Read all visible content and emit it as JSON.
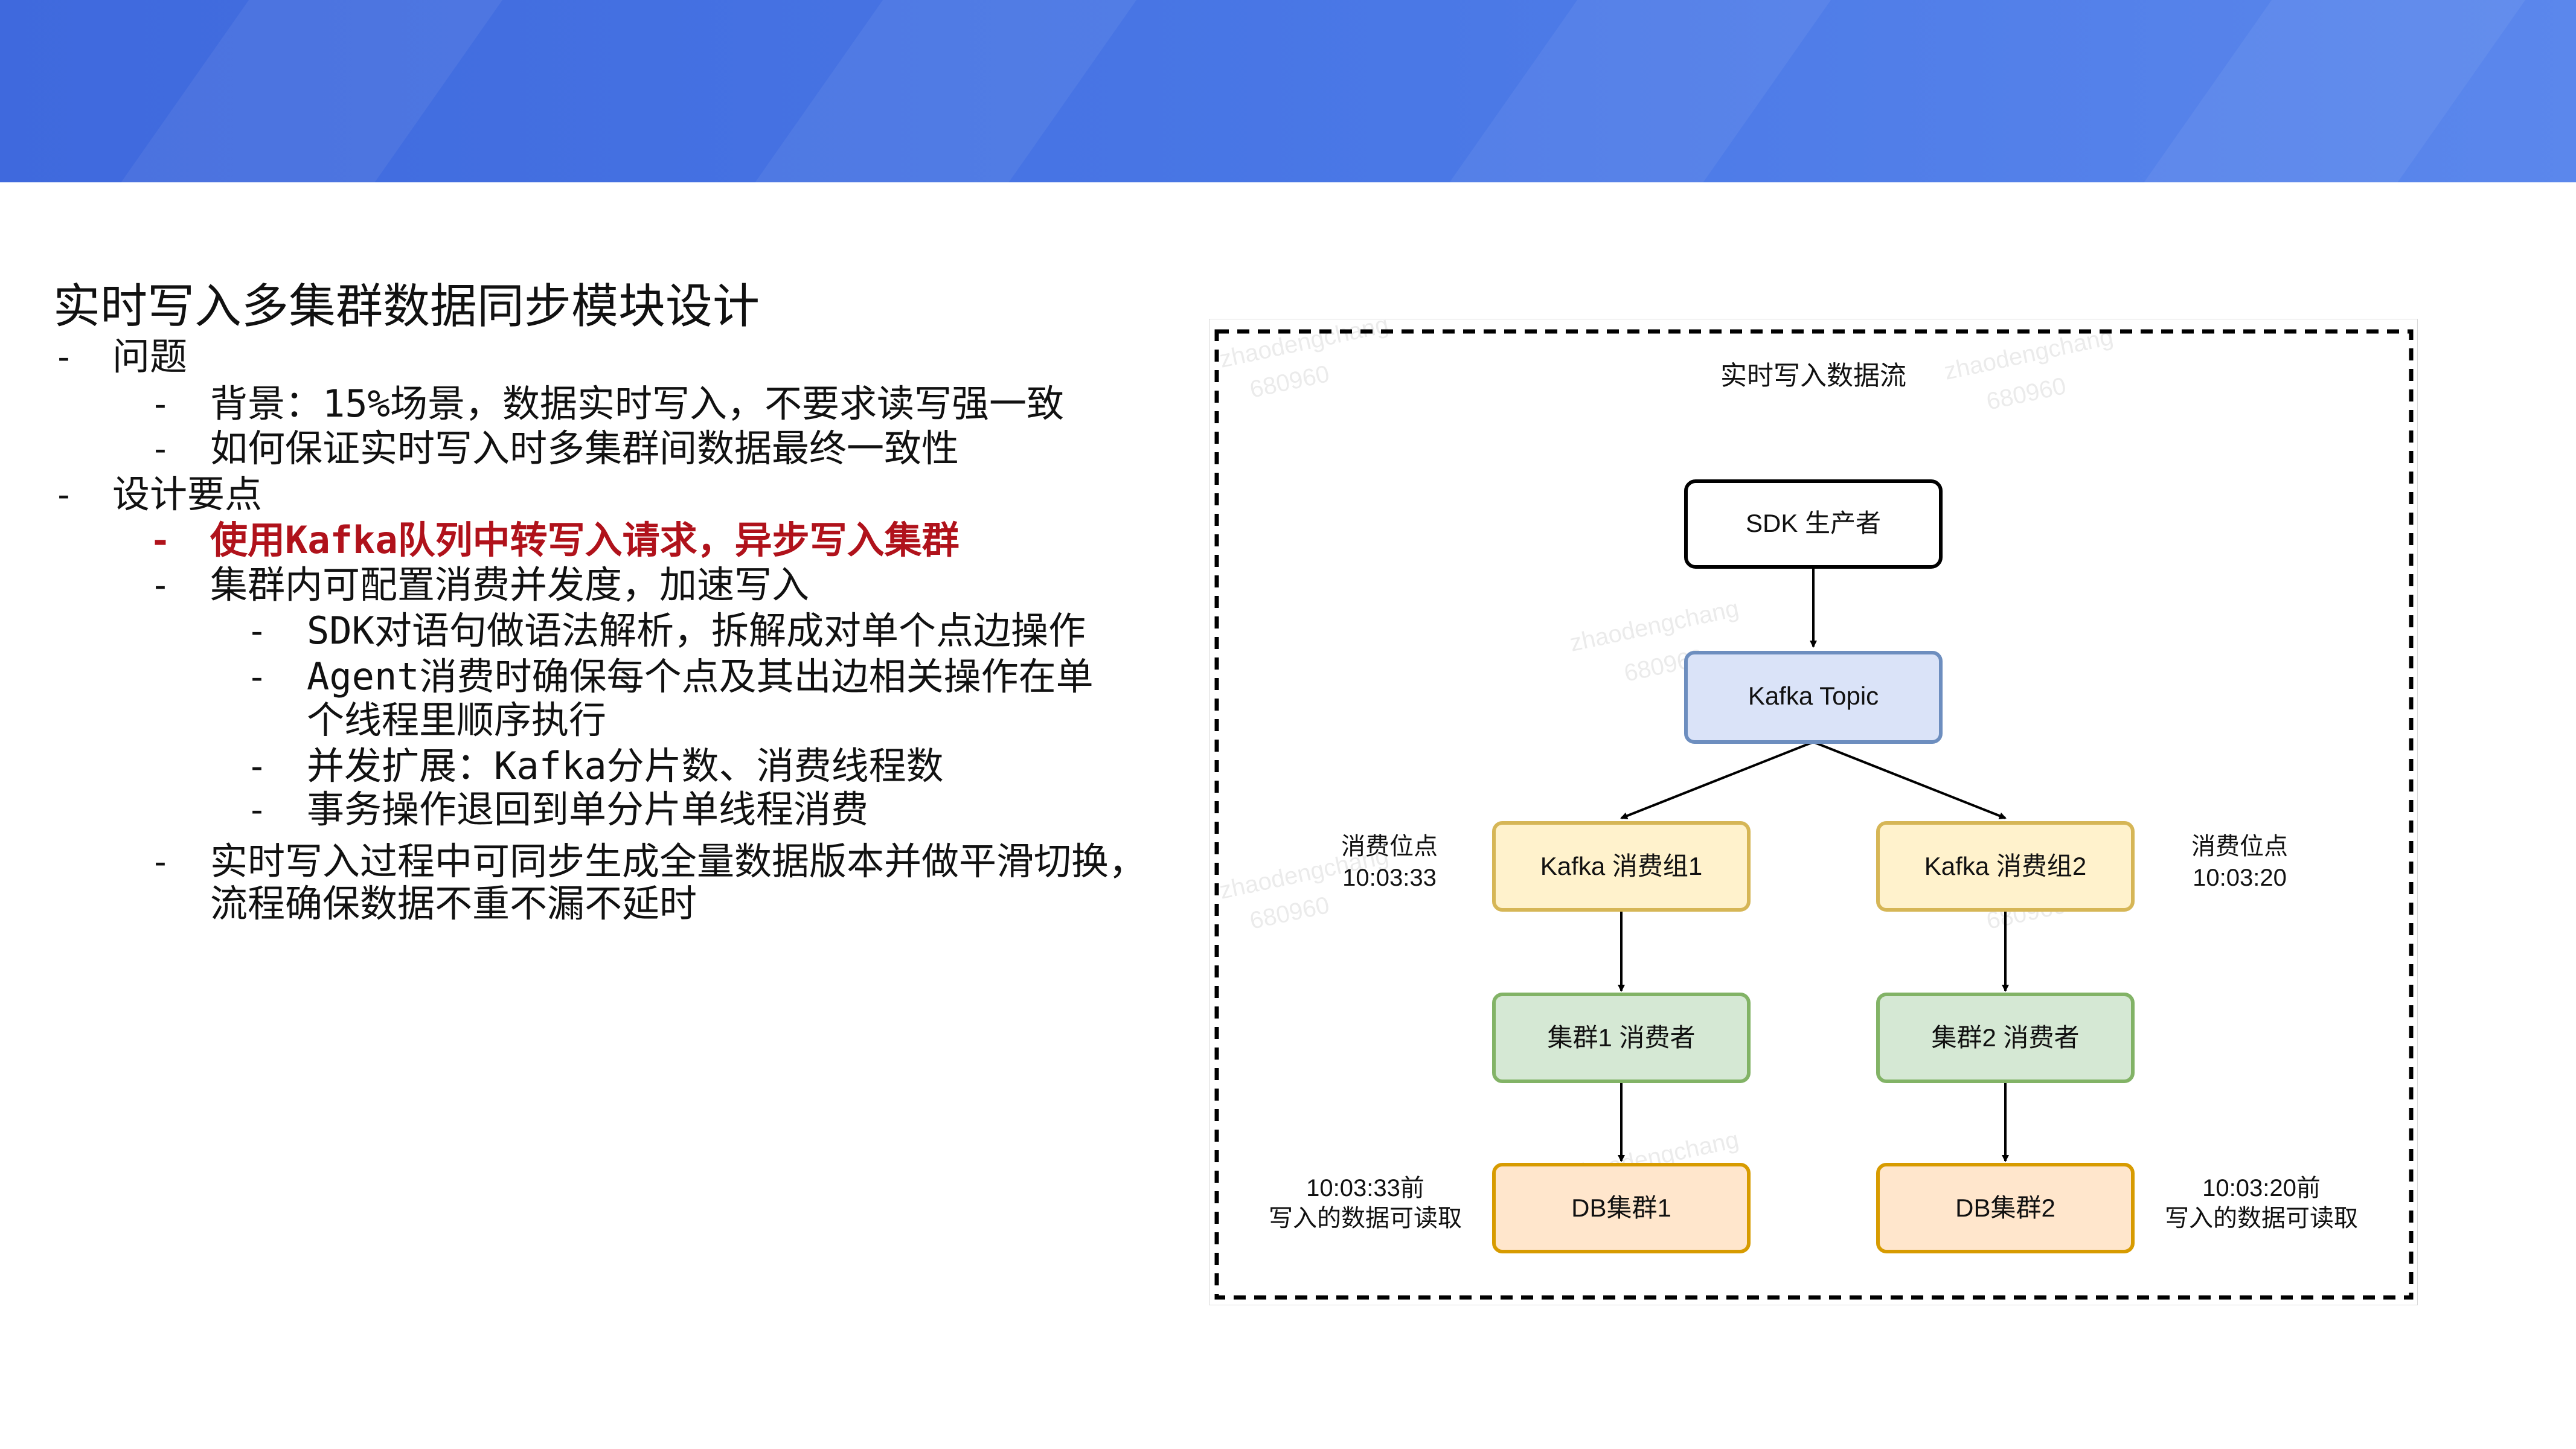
{
  "page": {
    "title": "实时写入多集群数据同步模块设计"
  },
  "outline": {
    "problem_label": "问题",
    "problem_items": [
      {
        "prefix": "背景：",
        "mono": "15%",
        "suffix": "场景，数据实时写入，不要求读写强一致"
      },
      {
        "text": "如何保证实时写入时多集群间数据最终一致性"
      }
    ],
    "design_label": "设计要点",
    "design_item1": {
      "prefix": "使用",
      "mono": "Kafka",
      "suffix": "队列中转写入请求，异步写入集群"
    },
    "design_item2": "集群内可配置消费并发度，加速写入",
    "design_subitems": [
      {
        "mono": "SDK",
        "text": "对语句做语法解析，拆解成对单个点边操作"
      },
      {
        "mono": "Agent",
        "text": "消费时确保每个点及其出边相关操作在单"
      },
      {
        "continuation": "个线程里顺序执行"
      },
      {
        "prefix": "并发扩展：",
        "mono": "Kafka",
        "suffix": "分片数、消费线程数"
      },
      {
        "text": "事务操作退回到单分片单线程消费"
      }
    ],
    "design_item3_line1": "实时写入过程中可同步生成全量数据版本并做平滑切换，",
    "design_item3_line2": "流程确保数据不重不漏不延时",
    "dash": "-"
  },
  "diagram": {
    "title": "实时写入数据流",
    "nodes": {
      "sdk": "SDK 生产者",
      "kafka_topic": "Kafka Topic",
      "group1": "Kafka 消费组1",
      "group2": "Kafka 消费组2",
      "consumer1": "集群1 消费者",
      "consumer2": "集群2 消费者",
      "db1": "DB集群1",
      "db2": "DB集群2"
    },
    "offset_left": {
      "label": "消费位点",
      "time": "10:03:33"
    },
    "offset_right": {
      "label": "消费位点",
      "time": "10:03:20"
    },
    "read_left": {
      "line1": "10:03:33前",
      "line2": "写入的数据可读取"
    },
    "read_right": {
      "line1": "10:03:20前",
      "line2": "写入的数据可读取"
    },
    "watermark": {
      "name": "zhaodengchang",
      "id": "680960"
    },
    "colors": {
      "topic_fill": "#dae3f8",
      "topic_stroke": "#6d8ebf",
      "group_fill": "#fff2cc",
      "group_stroke": "#d6b656",
      "consumer_fill": "#d5e8d4",
      "consumer_stroke": "#82b366",
      "db_fill": "#ffe6cc",
      "db_stroke": "#d79b00"
    }
  }
}
